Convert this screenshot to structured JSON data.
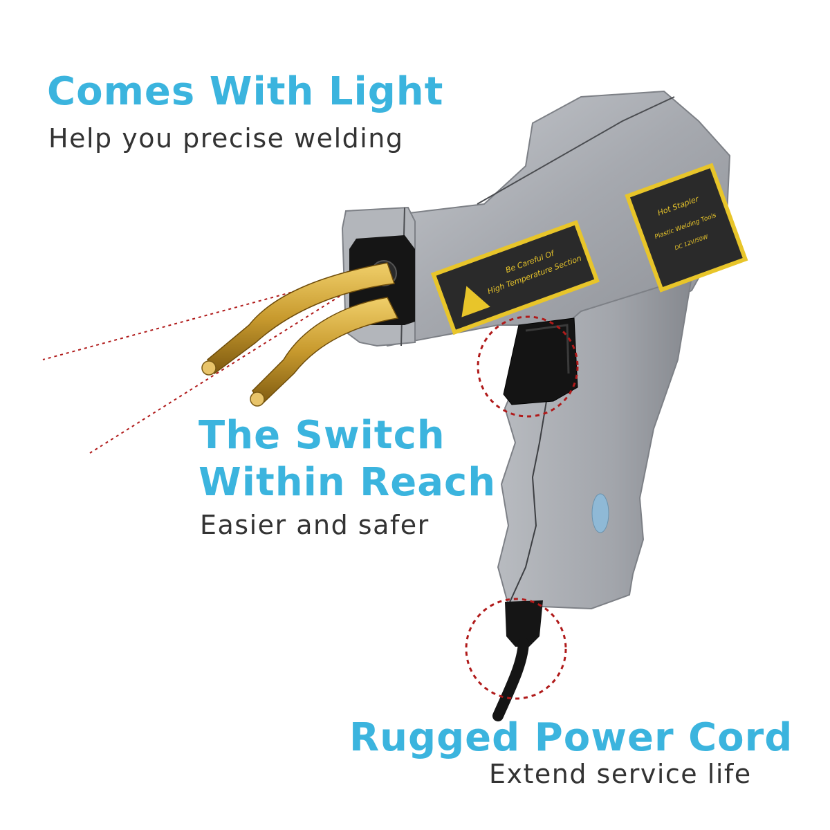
{
  "features": [
    {
      "title": "Comes With Light",
      "subtitle": "Help you precise welding"
    },
    {
      "title_line1": "The Switch",
      "title_line2": "Within Reach",
      "subtitle": "Easier and safer"
    },
    {
      "title": "Rugged Power Cord",
      "subtitle": "Extend service life"
    }
  ],
  "product_labels": {
    "warning_line1": "Be Careful Of",
    "warning_line2": "High Temperature Section",
    "brand_line1": "Hot Stapler",
    "brand_line2": "Plastic Welding Tools",
    "brand_line3": "DC 12V/50W"
  },
  "colors": {
    "heading": "#3bb4de",
    "subtext": "#333333",
    "body_gray": "#a9adb3",
    "label_yellow": "#e8c52a",
    "callout_red": "#b01a1a",
    "brass": "#c89a2e"
  }
}
